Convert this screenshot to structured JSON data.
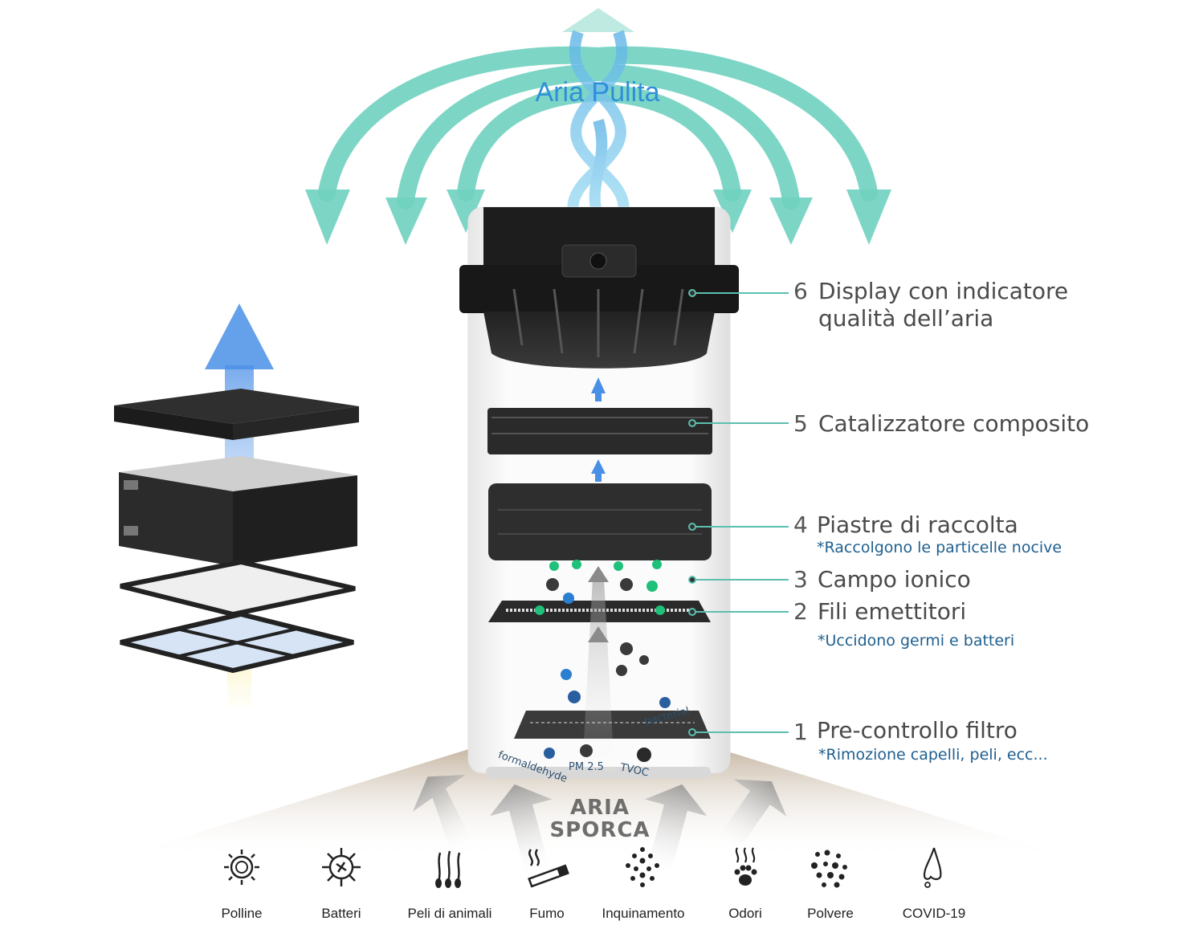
{
  "title": "Aria Pulita",
  "dirty_air": {
    "line1": "ARIA",
    "line2": "SPORCA"
  },
  "components": [
    {
      "number": "6",
      "title_line1": "Display con indicatore",
      "title_line2": "qualità dell’aria",
      "note": ""
    },
    {
      "number": "5",
      "title_line1": "Catalizzatore composito",
      "title_line2": "",
      "note": ""
    },
    {
      "number": "4",
      "title_line1": "Piastre di raccolta",
      "title_line2": "",
      "note": "*Raccolgono le particelle nocive"
    },
    {
      "number": "3",
      "title_line1": "Campo ionico",
      "title_line2": "",
      "note": ""
    },
    {
      "number": "2",
      "title_line1": "Fili emettitori",
      "title_line2": "",
      "note": "*Uccidono germi e batteri"
    },
    {
      "number": "1",
      "title_line1": "Pre-controllo filtro",
      "title_line2": "",
      "note": "*Rimozione capelli, peli, ecc..."
    }
  ],
  "micro_labels": {
    "bacterial": "bacterial",
    "formaldehyde": "formaldehyde",
    "pm": "PM 2.5",
    "tvoc": "TVOC"
  },
  "pollutants": [
    {
      "label": "Polline",
      "icon": "pollen-icon"
    },
    {
      "label": "Batteri",
      "icon": "bacteria-icon"
    },
    {
      "label": "Peli di animali",
      "icon": "animal-hair-icon"
    },
    {
      "label": "Fumo",
      "icon": "smoke-icon"
    },
    {
      "label": "Inquinamento",
      "icon": "pollution-icon"
    },
    {
      "label": "Odori",
      "icon": "odor-icon"
    },
    {
      "label": "Polvere",
      "icon": "dust-icon"
    },
    {
      "label": "COVID-19",
      "icon": "virus-nose-icon"
    }
  ],
  "colors": {
    "clean_arrows": "#6fd2bf",
    "title_blue": "#2f8fd8",
    "note_blue": "#1f5f8f",
    "leader_line": "#5cbfae"
  }
}
